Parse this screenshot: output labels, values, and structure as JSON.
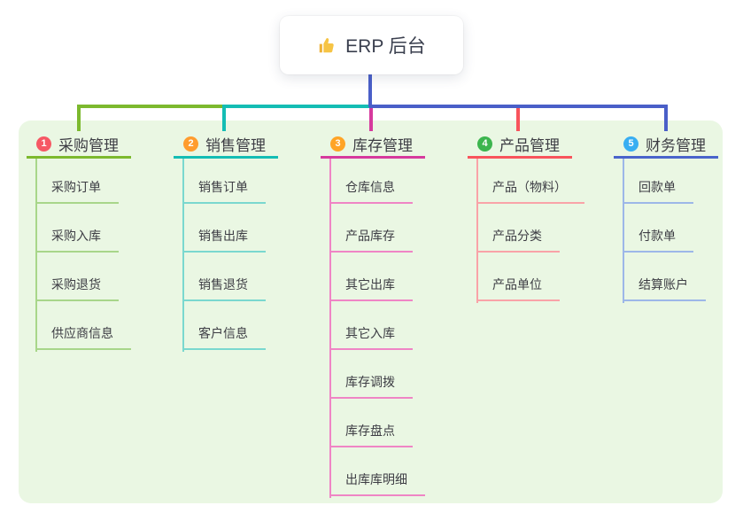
{
  "root": {
    "label": "ERP 后台",
    "icon": "thumbs-up-icon"
  },
  "palette": {
    "canvas_bg": "#ffffff",
    "panel_bg": "#eaf7e3",
    "text": "#3d3d44",
    "root_connector": "#4a5fc8",
    "green": "#7cb92e",
    "teal": "#14bdb4",
    "magenta": "#d63a9d",
    "red": "#f8545c",
    "blue": "#4a5fc8"
  },
  "branches": [
    {
      "index": "1",
      "label": "采购管理",
      "color": "#7cb92e",
      "light_color": "#a8d68a",
      "badge_color": "#f65864",
      "items": [
        "采购订单",
        "采购入库",
        "采购退货",
        "供应商信息"
      ]
    },
    {
      "index": "2",
      "label": "销售管理",
      "color": "#14bdb4",
      "light_color": "#7ad8cf",
      "badge_color": "#ff9c2e",
      "items": [
        "销售订单",
        "销售出库",
        "销售退货",
        "客户信息"
      ]
    },
    {
      "index": "3",
      "label": "库存管理",
      "color": "#d63a9d",
      "light_color": "#ef85c5",
      "badge_color": "#ffa426",
      "items": [
        "仓库信息",
        "产品库存",
        "其它出库",
        "其它入库",
        "库存调拨",
        "库存盘点",
        "出库库明细"
      ]
    },
    {
      "index": "4",
      "label": "产品管理",
      "color": "#f8545c",
      "light_color": "#f9a3a8",
      "badge_color": "#3cb54e",
      "items": [
        "产品（物料）",
        "产品分类",
        "产品单位"
      ]
    },
    {
      "index": "5",
      "label": "财务管理",
      "color": "#4a64cb",
      "light_color": "#9db7e8",
      "badge_color": "#38aef2",
      "items": [
        "回款单",
        "付款单",
        "结算账户"
      ]
    }
  ]
}
